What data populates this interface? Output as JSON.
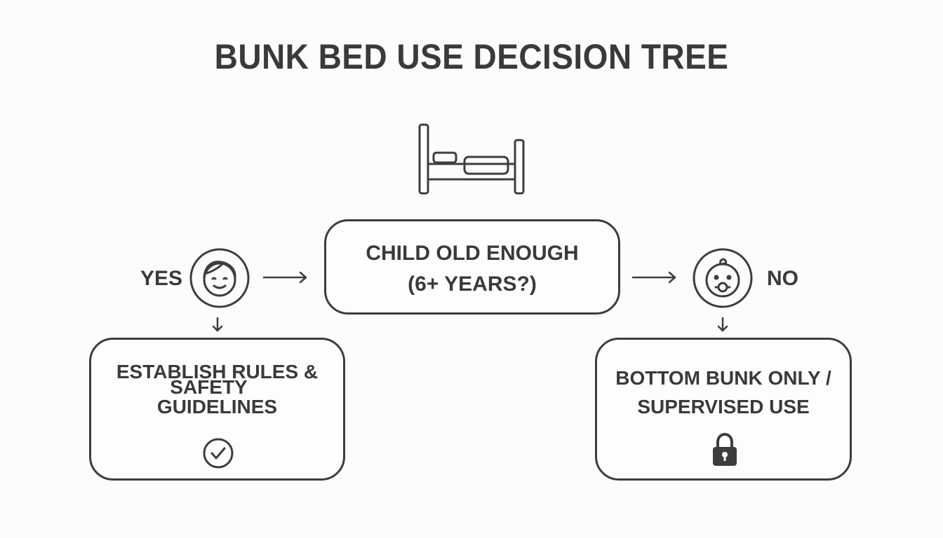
{
  "title": "BUNK BED USE DECISION TREE",
  "question": {
    "line1": "CHILD OLD ENOUGH",
    "line2": "(6+ YEARS?)"
  },
  "yes_branch": {
    "label": "YES",
    "outcome_line1": "ESTABLISH RULES &",
    "outcome_line1b": "SAFETY",
    "outcome_line2": "GUIDELINES",
    "icon": "check-circle-icon",
    "face_icon": "child-face-icon"
  },
  "no_branch": {
    "label": "NO",
    "outcome_line1": "BOTTOM BUNK ONLY /",
    "outcome_line2": "SUPERVISED USE",
    "icon": "padlock-icon",
    "face_icon": "baby-face-icon"
  },
  "header_icon": "bed-icon",
  "colors": {
    "ink": "#3a3a3a",
    "background": "#fcfcfc"
  }
}
